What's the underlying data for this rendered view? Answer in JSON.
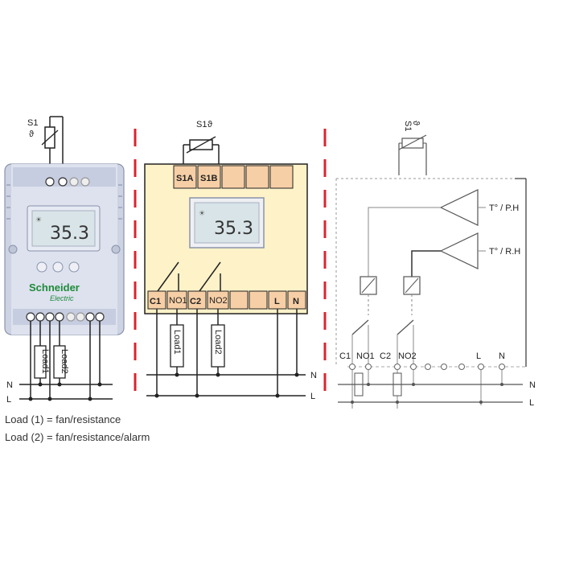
{
  "panel1": {
    "sensor_label": "S1",
    "sensor_sub": "ϑ",
    "display": "35.3",
    "brand": "Schneider",
    "brand_sub": "Electric",
    "load1": "Load1",
    "load2": "Load2",
    "line_n": "N",
    "line_l": "L"
  },
  "panel2": {
    "sensor_label": "S1",
    "sensor_sub": "ϑ",
    "term_s1a": "S1A",
    "term_s1b": "S1B",
    "display": "35.3",
    "term_c1": "C1",
    "term_no1": "NO1",
    "term_c2": "C2",
    "term_no2": "NO2",
    "term_l": "L",
    "term_n": "N",
    "load1": "Load1",
    "load2": "Load2",
    "line_n": "N",
    "line_l": "L"
  },
  "panel3": {
    "sensor_label": "S1",
    "sensor_sub": "ϑ",
    "comp1": "T° / P.H",
    "comp2": "T° / R.H",
    "term_c1": "C1",
    "term_no1": "NO1",
    "term_c2": "C2",
    "term_no2": "NO2",
    "term_l": "L",
    "term_n": "N",
    "line_n": "N",
    "line_l": "L"
  },
  "captions": {
    "load1": "Load (1) = fan/resistance",
    "load2": "Load (2) = fan/resistance/alarm"
  },
  "colors": {
    "divider": "#d9252f",
    "relay_panel": "#fdf2c8",
    "terminal": "#f7cfa6",
    "device_body": "#cdd3e3",
    "lcd_bg": "#d9e4e8"
  }
}
